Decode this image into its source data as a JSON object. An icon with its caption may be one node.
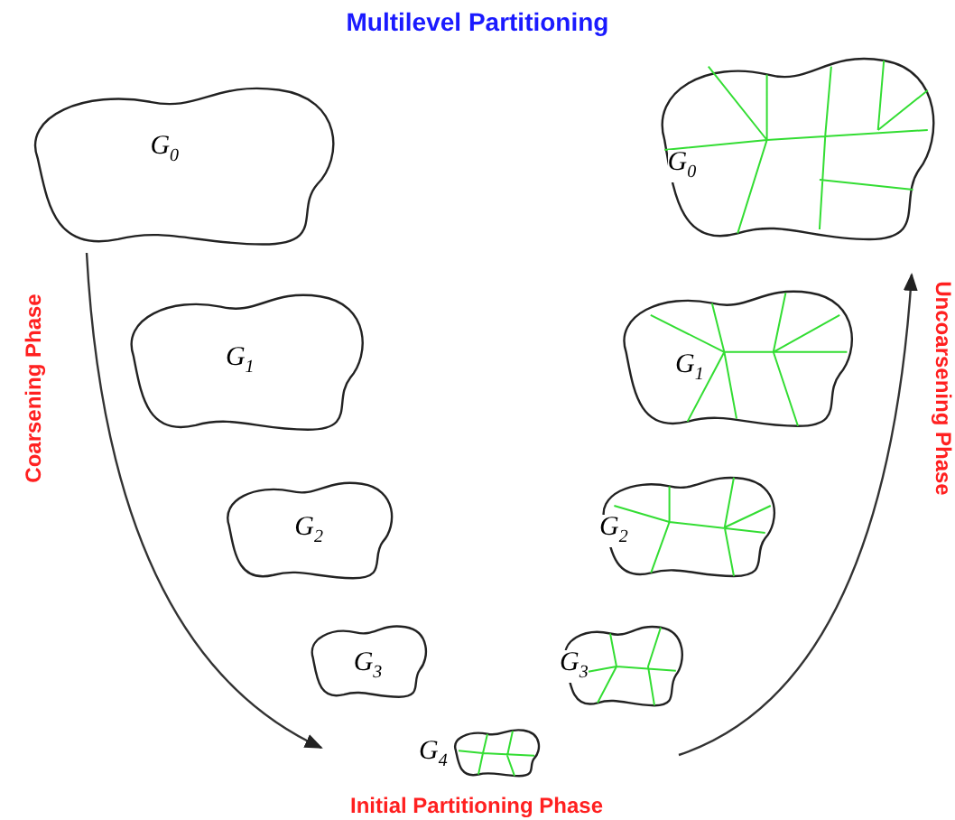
{
  "diagram": {
    "title": "Multilevel Partitioning",
    "nodes": [
      {
        "text": [
          "G$_{0}$"
        ]
      },
      {
        "text": [
          "G$_{1}$"
        ]
      },
      {
        "text": [
          "G$_{2}$"
        ]
      },
      {
        "text": [
          "G$_{3}$"
        ]
      },
      {
        "text": [
          "G$_{4}$"
        ]
      },
      {
        "text": [
          "G$_{3}$"
        ]
      },
      {
        "text": [
          "G$_{2}$"
        ]
      },
      {
        "text": [
          "G$_{1}$"
        ]
      },
      {
        "text": [
          "G$_{0}$"
        ]
      }
    ],
    "labels": [
      "Coarsening Phase",
      "Initial Partitioning Phase",
      "Uncoarsening Phase"
    ]
  }
}
